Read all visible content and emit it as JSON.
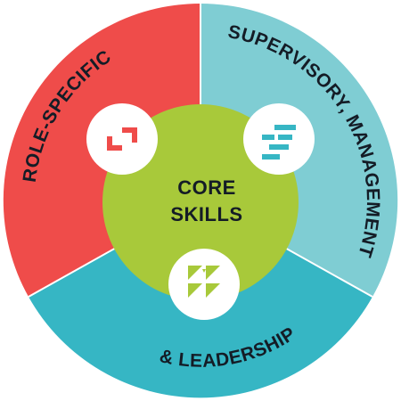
{
  "segments": {
    "role_specific": {
      "label": "ROLE-SPECIFIC",
      "color": "#ef4c4a"
    },
    "supervisory": {
      "label": "SUPERVISORY, MANAGEMENT",
      "color": "#7fcdd3"
    },
    "leadership": {
      "label": "& LEADERSHIP",
      "color": "#36b6c4"
    }
  },
  "core": {
    "line1": "CORE",
    "line2": "SKILLS",
    "color": "#a8c93a"
  },
  "icons": {
    "role_specific": "corner-brackets-icon",
    "supervisory": "stepped-bars-icon",
    "leadership": "triangle-flag-icon"
  }
}
